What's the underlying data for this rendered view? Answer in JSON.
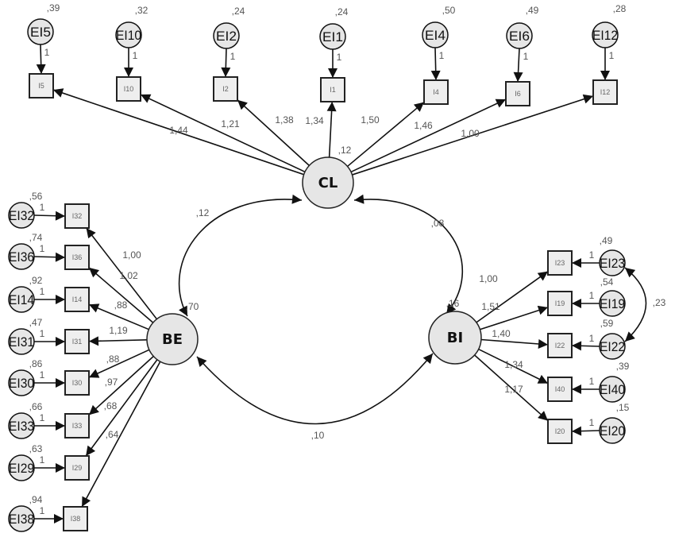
{
  "diagram": {
    "type": "structural-equation-model",
    "colors": {
      "node_fill": "#e6e6e6",
      "box_fill": "#eeeeee",
      "stroke": "#111111",
      "label": "#555555"
    },
    "latents": [
      {
        "id": "CL",
        "label": "CL",
        "variance": ",12"
      },
      {
        "id": "BE",
        "label": "BE",
        "variance": ",70"
      },
      {
        "id": "BI",
        "label": "BI",
        "variance": ",16"
      }
    ],
    "covariances": [
      {
        "from": "CL",
        "to": "BE",
        "value": ",12"
      },
      {
        "from": "CL",
        "to": "BI",
        "value": ",08"
      },
      {
        "from": "BE",
        "to": "BI",
        "value": ",10"
      },
      {
        "from": "EI23",
        "to": "EI22",
        "value": ",23"
      }
    ],
    "indicators": {
      "CL": [
        {
          "item": "I5",
          "error": "EI5",
          "error_var": ",39",
          "loading": "1,44",
          "fixed": "1"
        },
        {
          "item": "I10",
          "error": "EI10",
          "error_var": ",32",
          "loading": "1,21",
          "fixed": "1"
        },
        {
          "item": "I2",
          "error": "EI2",
          "error_var": ",24",
          "loading": "1,38",
          "fixed": "1"
        },
        {
          "item": "I1",
          "error": "EI1",
          "error_var": ",24",
          "loading": "1,34",
          "fixed": "1"
        },
        {
          "item": "I4",
          "error": "EI4",
          "error_var": ",50",
          "loading": "1,50",
          "fixed": "1"
        },
        {
          "item": "I6",
          "error": "EI6",
          "error_var": ",49",
          "loading": "1,46",
          "fixed": "1"
        },
        {
          "item": "I12",
          "error": "EI12",
          "error_var": ",28",
          "loading": "1,00",
          "fixed": "1"
        }
      ],
      "BE": [
        {
          "item": "I32",
          "error": "EI32",
          "error_var": ",56",
          "loading": "1,00",
          "fixed": "1"
        },
        {
          "item": "I36",
          "error": "EI36",
          "error_var": ",74",
          "loading": "1,02",
          "fixed": "1"
        },
        {
          "item": "I14",
          "error": "EI14",
          "error_var": ",92",
          "loading": ",88",
          "fixed": "1"
        },
        {
          "item": "I31",
          "error": "EI31",
          "error_var": ",47",
          "loading": "1,19",
          "fixed": "1"
        },
        {
          "item": "I30",
          "error": "EI30",
          "error_var": ",86",
          "loading": ",88",
          "fixed": "1"
        },
        {
          "item": "I33",
          "error": "EI33",
          "error_var": ",66",
          "loading": ",97",
          "fixed": "1"
        },
        {
          "item": "I29",
          "error": "EI29",
          "error_var": ",63",
          "loading": ",68",
          "fixed": "1"
        },
        {
          "item": "I38",
          "error": "EI38",
          "error_var": ",94",
          "loading": ",64",
          "fixed": "1"
        }
      ],
      "BI": [
        {
          "item": "I23",
          "error": "EI23",
          "error_var": ",49",
          "loading": "1,00",
          "fixed": "1"
        },
        {
          "item": "I19",
          "error": "EI19",
          "error_var": ",54",
          "loading": "1,51",
          "fixed": "1"
        },
        {
          "item": "I22",
          "error": "EI22",
          "error_var": ",59",
          "loading": "1,40",
          "fixed": "1"
        },
        {
          "item": "I40",
          "error": "EI40",
          "error_var": ",39",
          "loading": "1,34",
          "fixed": "1"
        },
        {
          "item": "I20",
          "error": "EI20",
          "error_var": ",15",
          "loading": "1,17",
          "fixed": "1"
        }
      ]
    }
  }
}
